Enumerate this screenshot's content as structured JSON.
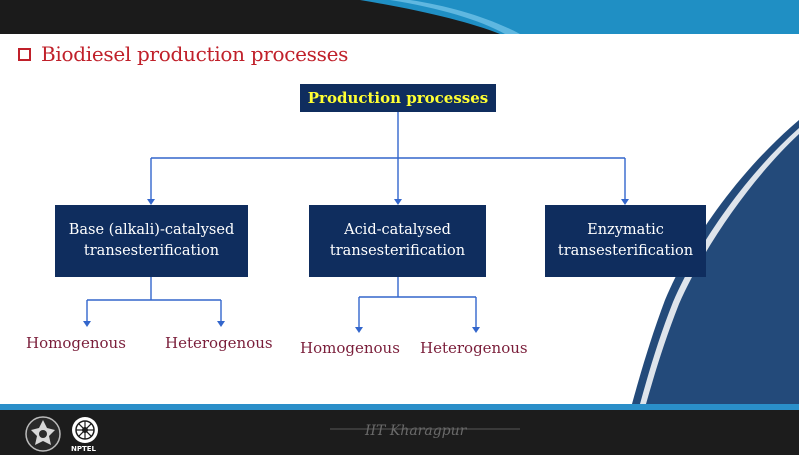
{
  "title": "Biodiesel production processes",
  "root": "Production processes",
  "processes": [
    {
      "line1": "Base (alkali)-catalysed",
      "line2": "transesterification"
    },
    {
      "line1": "Acid-catalysed",
      "line2": "transesterification"
    },
    {
      "line1": "Enzymatic",
      "line2": "transesterification"
    }
  ],
  "base_children": [
    "Homogenous",
    "Heterogenous"
  ],
  "acid_children": [
    "Homogenous",
    "Heterogenous"
  ],
  "footer": {
    "institute": "IIT Kharagpur",
    "nptel": "NPTEL"
  },
  "colors": {
    "box": "#0f2d5e",
    "title": "#c0202a",
    "leaf": "#7a1e3a",
    "connector": "#3366cc",
    "root_text": "#ffff33"
  }
}
